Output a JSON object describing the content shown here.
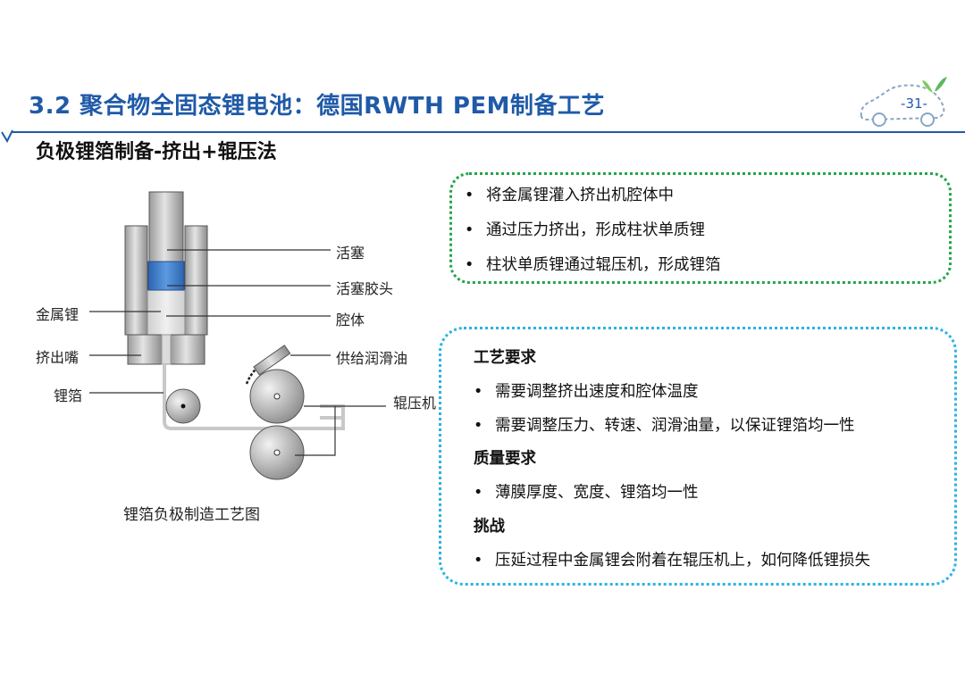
{
  "header": {
    "title": "3.2 聚合物全固态锂电池：德国RWTH PEM制备工艺",
    "subtitle": "负极锂箔制备-挤出+辊压法",
    "page_number": "-31-"
  },
  "colors": {
    "title": "#1f5aa8",
    "green_box": "#22a64a",
    "blue_box": "#2bb3e6",
    "piston_seal": "#3a78c8"
  },
  "diagram": {
    "labels": {
      "piston": "活塞",
      "piston_seal": "活塞胶头",
      "lithium_metal": "金属锂",
      "cavity": "腔体",
      "nozzle": "挤出嘴",
      "lubricant": "供给润滑油",
      "foil": "锂箔",
      "roller": "辊压机"
    },
    "caption": "锂箔负极制造工艺图"
  },
  "process_box": {
    "items": [
      "将金属锂灌入挤出机腔体中",
      "通过压力挤出，形成柱状单质锂",
      "柱状单质锂通过辊压机，形成锂箔"
    ]
  },
  "requirements_box": {
    "process_title": "工艺要求",
    "process_items": [
      "需要调整挤出速度和腔体温度",
      "需要调整压力、转速、润滑油量，以保证锂箔均一性"
    ],
    "quality_title": "质量要求",
    "quality_items": [
      "薄膜厚度、宽度、锂箔均一性"
    ],
    "challenge_title": "挑战",
    "challenge_items": [
      "压延过程中金属锂会附着在辊压机上，如何降低锂损失"
    ]
  }
}
